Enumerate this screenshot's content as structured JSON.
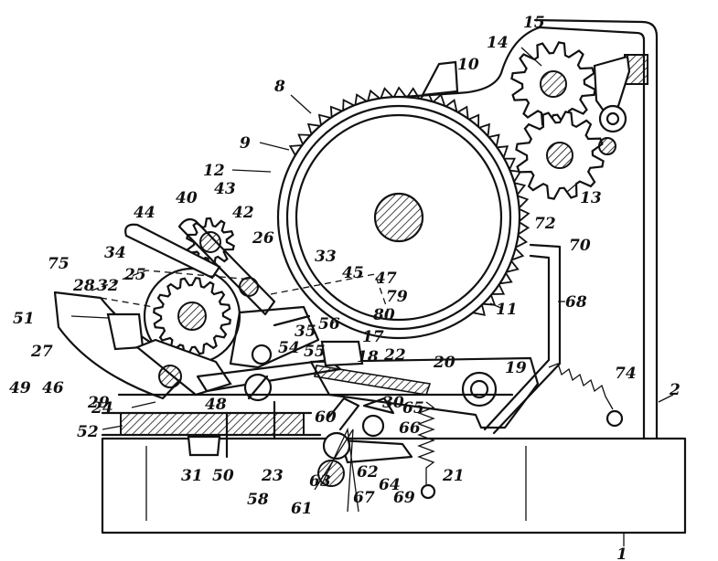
{
  "labels": {
    "l1": "1",
    "l2": "2",
    "l8": "8",
    "l9": "9",
    "l10": "10",
    "l11": "11",
    "l12": "12",
    "l13": "13",
    "l14": "14",
    "l15": "15",
    "l17": "17",
    "l18": "18",
    "l19": "19",
    "l20": "20",
    "l21": "21",
    "l22": "22",
    "l23": "23",
    "l24": "24",
    "l25": "25",
    "l26": "26",
    "l27": "27",
    "l28": "28",
    "l29": "29",
    "l30": "30",
    "l31": "31",
    "l32": "32",
    "l33": "33",
    "l34": "34",
    "l35": "35",
    "l40": "40",
    "l42": "42",
    "l43": "43",
    "l44": "44",
    "l45": "45",
    "l46": "46",
    "l47": "47",
    "l48": "48",
    "l49": "49",
    "l50": "50",
    "l51": "51",
    "l52": "52",
    "l54": "54",
    "l55": "55",
    "l56": "56",
    "l58": "58",
    "l60": "60",
    "l61": "61",
    "l62": "62",
    "l63": "63",
    "l64": "64",
    "l65": "65",
    "l66": "66",
    "l67": "67",
    "l68": "68",
    "l69": "69",
    "l70": "70",
    "l72": "72",
    "l74": "74",
    "l75": "75",
    "l79": "79",
    "l80": "80"
  },
  "colors": {
    "ink": "#111111",
    "paper": "#ffffff"
  }
}
